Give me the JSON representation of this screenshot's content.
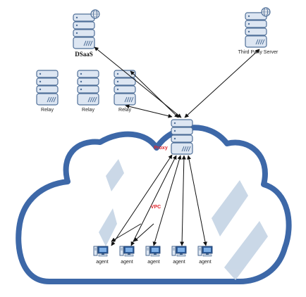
{
  "colors": {
    "cloud_outline": "#3d68a8",
    "cloud_highlight": "#c8d6e6",
    "server_fill": "#dde6f2",
    "server_stroke": "#4f6f98",
    "arrow": "#111111",
    "accent_red": "#e0262c"
  },
  "servers": {
    "dsaas": {
      "label": "DSaaS",
      "icon": "globe-icon"
    },
    "third_party": {
      "label": "Third Party Server",
      "icon": "globe-icon"
    },
    "relays": [
      {
        "label": "Relay"
      },
      {
        "label": "Relay"
      },
      {
        "label": "Relay"
      }
    ],
    "proxy": {
      "label": "Proxy"
    }
  },
  "cloud": {
    "label": "VPC"
  },
  "agents": [
    {
      "label": "agent"
    },
    {
      "label": "agent"
    },
    {
      "label": "agent"
    },
    {
      "label": "agent"
    },
    {
      "label": "agent"
    }
  ]
}
